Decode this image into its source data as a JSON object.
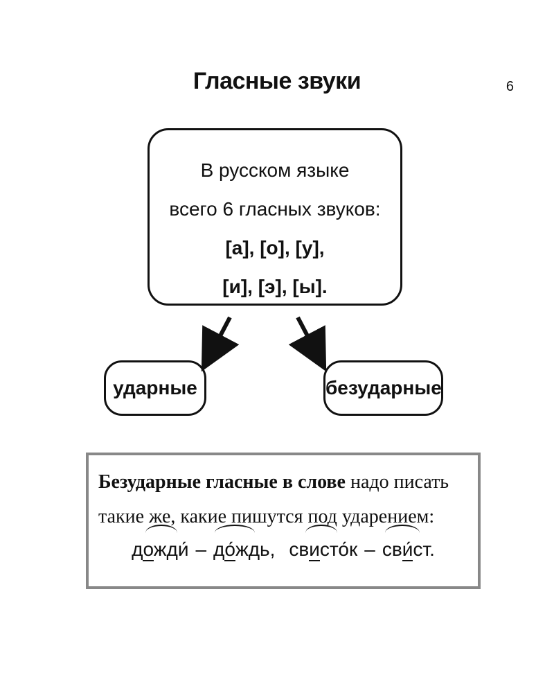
{
  "header": {
    "title": "Гласные звуки",
    "page_number": "6"
  },
  "main_box": {
    "line1": "В русском языке",
    "line2": "всего 6 гласных звуков:",
    "line3": "[а], [о], [у],",
    "line4": "[и], [э], [ы]."
  },
  "branches": {
    "left": "ударные",
    "right": "безударные"
  },
  "rule": {
    "bold_part": "Безударные гласные в слове",
    "normal_part": " надо писать такие же, какие пишутся под ударением:",
    "examples": [
      {
        "word": "дожди",
        "pre": "д",
        "mark": "о",
        "post": "жди́"
      },
      {
        "word": "до́ждь",
        "pre": "д",
        "mark": "о́",
        "post": "ждь,"
      },
      {
        "word": "свисто́к",
        "pre": "св",
        "mark": "и",
        "post": "сто́к"
      },
      {
        "word": "сви́ст",
        "pre": "св",
        "mark": "и́",
        "post": "ст."
      }
    ],
    "dash": "–"
  }
}
